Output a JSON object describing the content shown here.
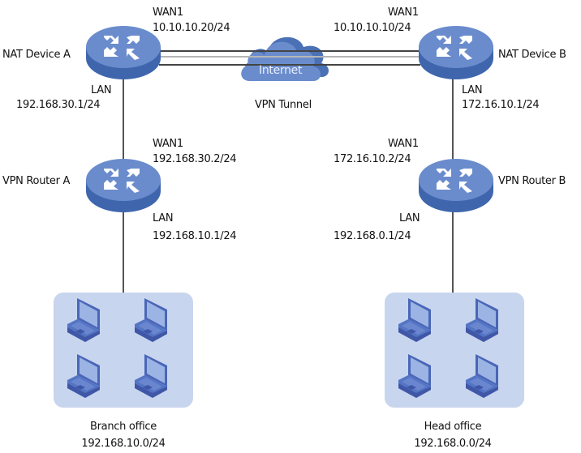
{
  "colors": {
    "device_top": "#6a8ccd",
    "device_side": "#3f66ad",
    "cloud_front": "#6a8ccd",
    "cloud_back": "#4a70b5",
    "office_bg": "#c8d5ee",
    "line": "#555555",
    "tunnel_light": "#b5b5b5"
  },
  "nat_a": {
    "name": "NAT Device A",
    "wan_label": "WAN1",
    "wan_ip": "10.10.10.20/24",
    "lan_label": "LAN",
    "lan_ip": "192.168.30.1/24"
  },
  "nat_b": {
    "name": "NAT Device B",
    "wan_label": "WAN1",
    "wan_ip": "10.10.10.10/24",
    "lan_label": "LAN",
    "lan_ip": "172.16.10.1/24"
  },
  "router_a": {
    "name": "VPN Router A",
    "wan_label": "WAN1",
    "wan_ip": "192.168.30.2/24",
    "lan_label": "LAN",
    "lan_ip": "192.168.10.1/24"
  },
  "router_b": {
    "name": "VPN Router B",
    "wan_label": "WAN1",
    "wan_ip": "172.16.10.2/24",
    "lan_label": "LAN",
    "lan_ip": "192.168.0.1/24"
  },
  "internet": {
    "label": "Internet"
  },
  "tunnel": {
    "label": "VPN Tunnel"
  },
  "branch": {
    "name": "Branch office",
    "subnet": "192.168.10.0/24",
    "laptop_count": 4
  },
  "head": {
    "name": "Head office",
    "subnet": "192.168.0.0/24",
    "laptop_count": 4
  }
}
